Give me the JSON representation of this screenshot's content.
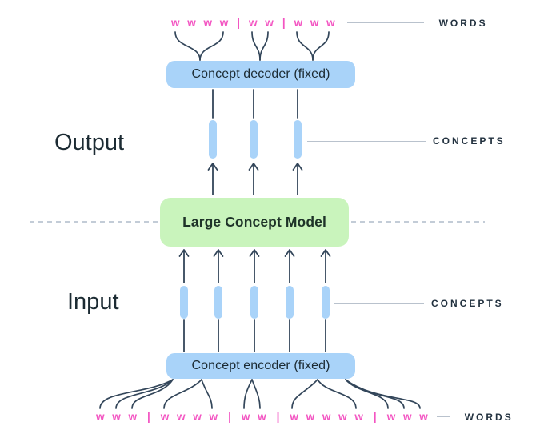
{
  "labels": {
    "output": "Output",
    "input": "Input",
    "words": "WORDS",
    "concepts": "CONCEPTS"
  },
  "boxes": {
    "decoder": "Concept decoder (fixed)",
    "lcm": "Large Concept Model",
    "encoder": "Concept encoder (fixed)"
  },
  "words_top": {
    "separator": "|",
    "groups": [
      "w w w w",
      "w w",
      "w w w"
    ]
  },
  "words_bottom": {
    "separator": "|",
    "groups": [
      "w w w",
      "w w w w",
      "w w",
      "w w w w w",
      "w w w"
    ]
  },
  "colors": {
    "pink": "#f355c2",
    "box_blue": "#a9d3f9",
    "bar_blue": "#a9d3f9",
    "box_green": "#c9f4bc",
    "dark_text": "#1c2b33",
    "green_text": "#1e3328",
    "line_dark": "#33465a",
    "label_line": "#b9c2cd",
    "dashed_line": "#9fadbf",
    "bg": "#ffffff"
  }
}
